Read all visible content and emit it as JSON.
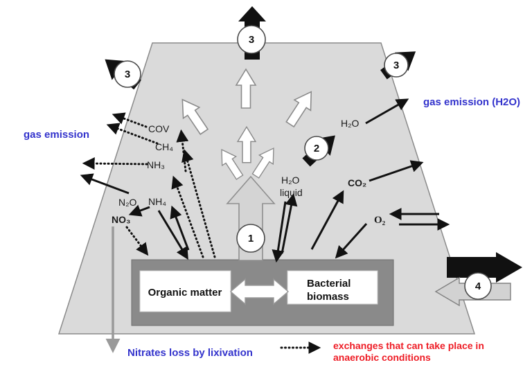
{
  "figure": {
    "title_hidden": "",
    "circles": {
      "left3": "3",
      "top3": "3",
      "right3": "3",
      "two": "2",
      "one": "1",
      "four": "4"
    },
    "gases": {
      "cov": "COV",
      "ch4": "CH₄",
      "nh3": "NH₃",
      "n2o": "N₂O",
      "nh4": "NH₄",
      "no3": "NO₃",
      "h2o": "H₂O",
      "h2o_liquid_line1": "H₂O",
      "h2o_liquid_line2": "liquid",
      "co2": "CO₂",
      "o2": "O₂"
    },
    "boxes": {
      "organic_matter": "Organic matter",
      "bacterial_line1": "Bacterial",
      "bacterial_line2": "biomass"
    },
    "annotations": {
      "gas_emission_left": "gas emission",
      "gas_emission_right": "gas emission (H2O)",
      "nitrates_loss": "Nitrates loss by lixivation",
      "anaerobic_line1": "exchanges that can take place in",
      "anaerobic_line2": "anaerobic conditions"
    },
    "colors": {
      "annotation_blue": "#3333cc",
      "legend_red": "#ee1c25",
      "pile_fill": "#dadada",
      "inner_box_fill": "#8a8a8a",
      "arrow_black": "#111111",
      "arrow_gray": "#d2d2d2"
    }
  }
}
